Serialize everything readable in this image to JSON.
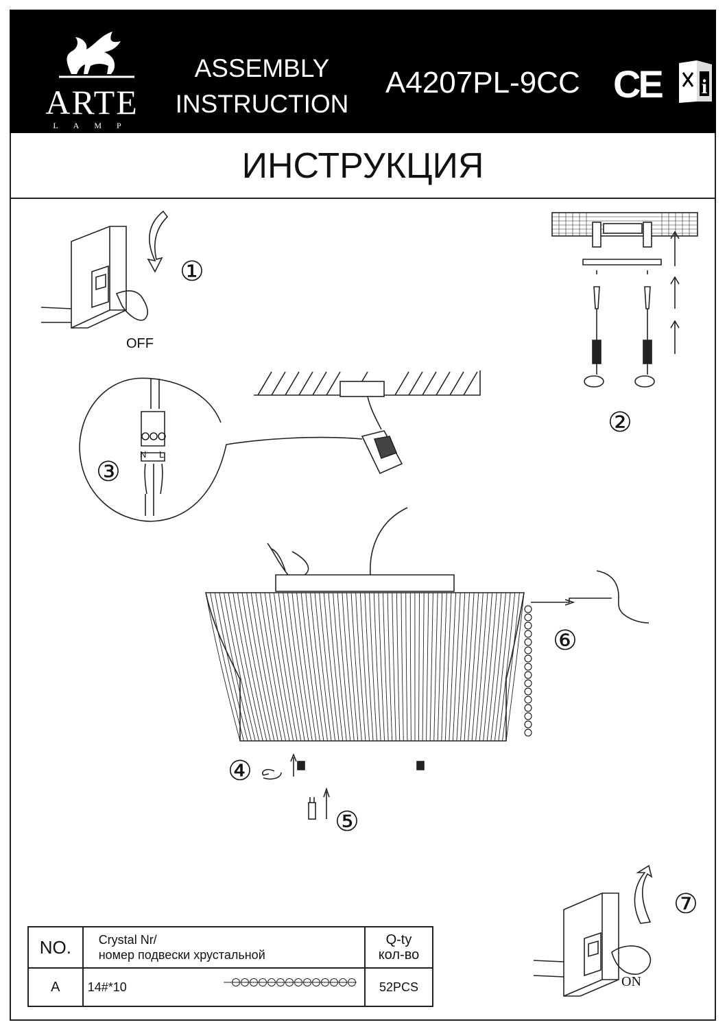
{
  "header": {
    "brand": "ARTE",
    "brand_sub": "LAMP",
    "doc_type_line1": "ASSEMBLY",
    "doc_type_line2": "INSTRUCTION",
    "model": "A4207PL-9CC",
    "mark": "CE",
    "icons": [
      "lion-logo-icon",
      "ce-mark-icon",
      "read-manual-icon"
    ]
  },
  "title": "ИНСТРУКЦИЯ",
  "labels": {
    "off": "OFF",
    "on": "ON",
    "terminal_n": "N",
    "terminal_l": "L"
  },
  "steps": [
    "①",
    "②",
    "③",
    "④",
    "⑤",
    "⑥",
    "⑦"
  ],
  "parts_table": {
    "header": {
      "no": "NO.",
      "crystal_line1": "Crystal Nr/",
      "crystal_line2": "номер подвески хрустальной",
      "qty_line1": "Q-ty",
      "qty_line2": "кол-во"
    },
    "rows": [
      {
        "no": "A",
        "crystal": "14#*10",
        "qty": "52PCS"
      }
    ]
  }
}
